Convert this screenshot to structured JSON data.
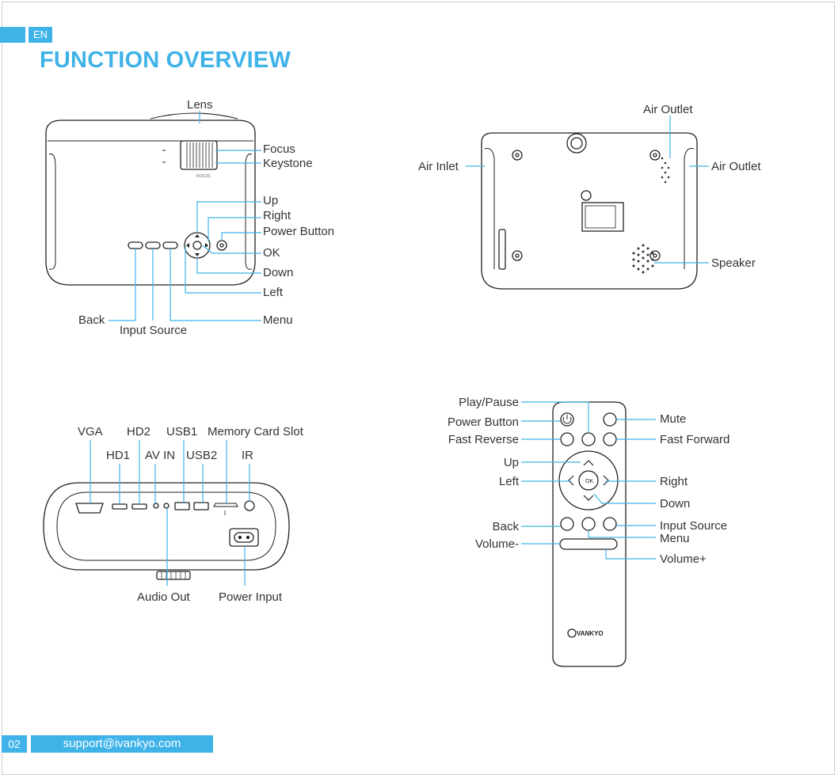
{
  "header": {
    "language": "EN",
    "title": "FUNCTION OVERVIEW"
  },
  "top_view": {
    "lens": "Lens",
    "focus": "Focus",
    "keystone": "Keystone",
    "up": "Up",
    "right": "Right",
    "power_button": "Power Button",
    "ok": "OK",
    "down": "Down",
    "left": "Left",
    "back": "Back",
    "input_source": "Input Source",
    "menu": "Menu"
  },
  "bottom_view": {
    "air_outlet_top": "Air Outlet",
    "air_inlet": "Air Inlet",
    "air_outlet_side": "Air Outlet",
    "speaker": "Speaker"
  },
  "rear_view": {
    "vga": "VGA",
    "hd2": "HD2",
    "usb1": "USB1",
    "memory_card_slot": "Memory Card Slot",
    "hd1": "HD1",
    "av_in": "AV IN",
    "usb2": "USB2",
    "ir": "IR",
    "audio_out": "Audio Out",
    "power_input": "Power Input"
  },
  "remote": {
    "play_pause": "Play/Pause",
    "power_button": "Power Button",
    "fast_reverse": "Fast Reverse",
    "up": "Up",
    "left": "Left",
    "back": "Back",
    "volume_minus": "Volume-",
    "mute": "Mute",
    "fast_forward": "Fast Forward",
    "right": "Right",
    "down": "Down",
    "input_source": "Input Source",
    "menu": "Menu",
    "volume_plus": "Volume+",
    "ok": "OK",
    "brand": "VANKYO"
  },
  "footer": {
    "page_number": "02",
    "email": "support@ivankyo.com"
  }
}
